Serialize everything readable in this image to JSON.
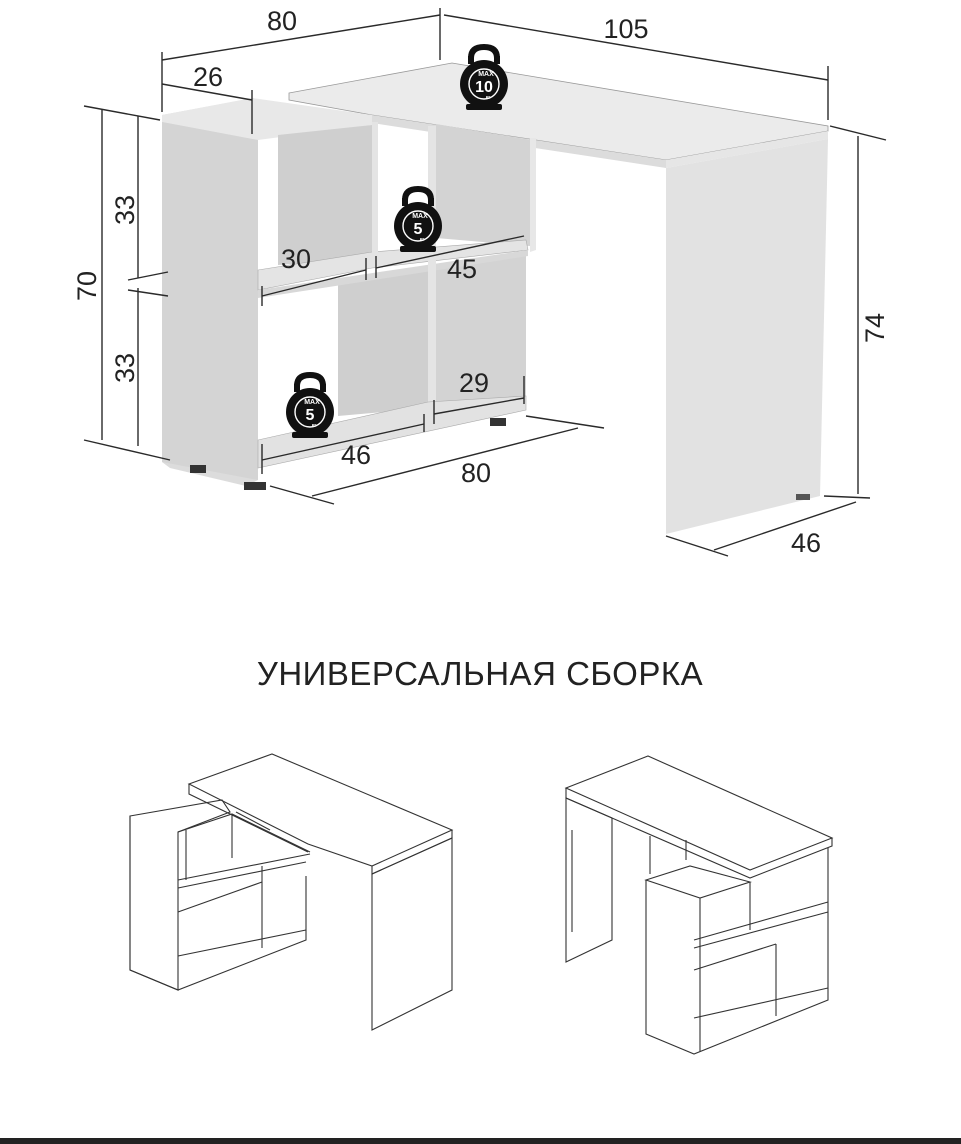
{
  "dimensions": {
    "top_left_width": "80",
    "top_right_width": "105",
    "shelf_depth": "26",
    "total_height_left": "70",
    "upper_height": "33",
    "lower_height": "33",
    "desk_height": "74",
    "upper_left_cell": "30",
    "upper_right_cell": "45",
    "lower_right_cell": "29",
    "lower_left_cell": "46",
    "bottom_width": "80",
    "desk_depth": "46"
  },
  "weights": {
    "top": {
      "max": "MAX",
      "value": "10",
      "unit": "кг"
    },
    "middle": {
      "max": "MAX",
      "value": "5",
      "unit": "кг"
    },
    "bottom": {
      "max": "MAX",
      "value": "5",
      "unit": "кг"
    }
  },
  "heading": "УНИВЕРСАЛЬНАЯ СБОРКА",
  "colors": {
    "panel_side": "#d6d6d6",
    "panel_front": "#e3e3e3",
    "panel_top": "#ececec",
    "kettlebell": "#111111"
  }
}
